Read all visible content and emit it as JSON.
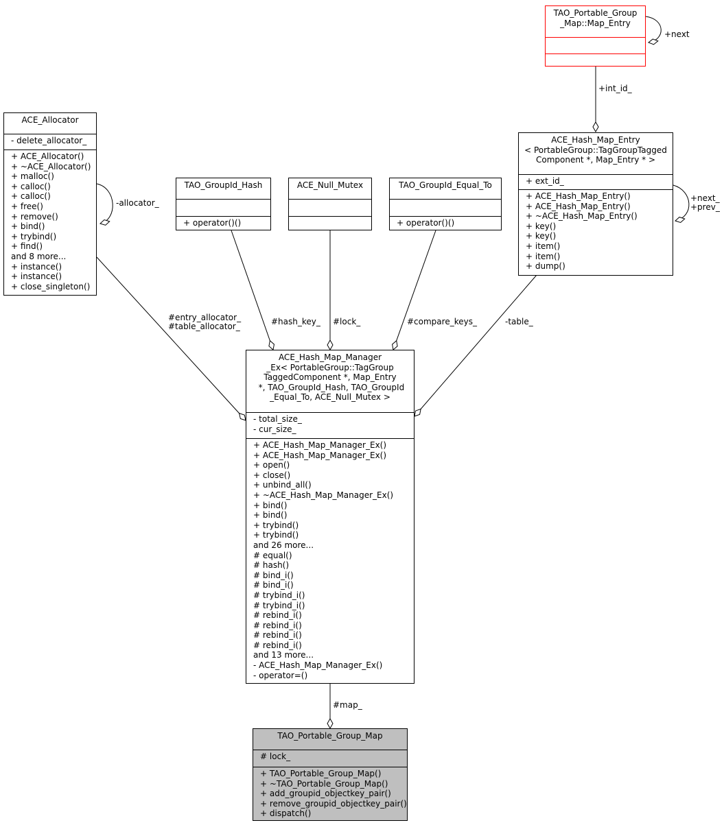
{
  "classes": {
    "map_entry": {
      "title": "TAO_Portable_Group\n_Map::Map_Entry",
      "attributes": [],
      "operations": []
    },
    "ace_allocator": {
      "title": "ACE_Allocator",
      "attributes": [
        "- delete_allocator_"
      ],
      "operations": [
        "+ ACE_Allocator()",
        "+ ~ACE_Allocator()",
        "+ malloc()",
        "+ calloc()",
        "+ calloc()",
        "+ free()",
        "+ remove()",
        "+ bind()",
        "+ trybind()",
        "+ find()",
        "and 8 more...",
        "+ instance()",
        "+ instance()",
        "+ close_singleton()"
      ]
    },
    "groupid_hash": {
      "title": "TAO_GroupId_Hash",
      "attributes": [],
      "operations": [
        "+ operator()()"
      ]
    },
    "null_mutex": {
      "title": "ACE_Null_Mutex",
      "attributes": [],
      "operations": []
    },
    "groupid_equal_to": {
      "title": "TAO_GroupId_Equal_To",
      "attributes": [],
      "operations": [
        "+ operator()()"
      ]
    },
    "hash_map_entry": {
      "title": "ACE_Hash_Map_Entry\n< PortableGroup::TagGroupTagged\nComponent *, Map_Entry * >",
      "attributes": [
        "+ ext_id_"
      ],
      "operations": [
        "+ ACE_Hash_Map_Entry()",
        "+ ACE_Hash_Map_Entry()",
        "+ ~ACE_Hash_Map_Entry()",
        "+ key()",
        "+ key()",
        "+ item()",
        "+ item()",
        "+ dump()"
      ]
    },
    "hash_map_manager": {
      "title": "ACE_Hash_Map_Manager\n_Ex< PortableGroup::TagGroup\nTaggedComponent *, Map_Entry\n *, TAO_GroupId_Hash, TAO_GroupId\n_Equal_To, ACE_Null_Mutex >",
      "attributes": [
        "- total_size_",
        "- cur_size_"
      ],
      "operations": [
        "+ ACE_Hash_Map_Manager_Ex()",
        "+ ACE_Hash_Map_Manager_Ex()",
        "+ open()",
        "+ close()",
        "+ unbind_all()",
        "+ ~ACE_Hash_Map_Manager_Ex()",
        "+ bind()",
        "+ bind()",
        "+ trybind()",
        "+ trybind()",
        "and 26 more...",
        "# equal()",
        "# hash()",
        "# bind_i()",
        "# bind_i()",
        "# trybind_i()",
        "# trybind_i()",
        "# rebind_i()",
        "# rebind_i()",
        "# rebind_i()",
        "# rebind_i()",
        "and 13 more...",
        "- ACE_Hash_Map_Manager_Ex()",
        "- operator=()"
      ]
    },
    "portable_group_map": {
      "title": "TAO_Portable_Group_Map",
      "attributes": [
        "# lock_"
      ],
      "operations": [
        "+ TAO_Portable_Group_Map()",
        "+ ~TAO_Portable_Group_Map()",
        "+ add_groupid_objectkey_pair()",
        "+ remove_groupid_objectkey_pair()",
        "+ dispatch()"
      ]
    }
  },
  "edge_labels": {
    "next": "+next",
    "int_id": "+int_id_",
    "allocator": "-allocator_",
    "next_prev": "+next_\n+prev_",
    "entry_table_allocator": "#entry_allocator_\n#table_allocator_",
    "hash_key": "#hash_key_",
    "lock": "#lock_",
    "compare_keys": "#compare_keys_",
    "table": "-table_",
    "map": "#map_"
  },
  "colors": {
    "highlight_border": "#ff0000",
    "focus_fill": "#bfbfbf"
  }
}
